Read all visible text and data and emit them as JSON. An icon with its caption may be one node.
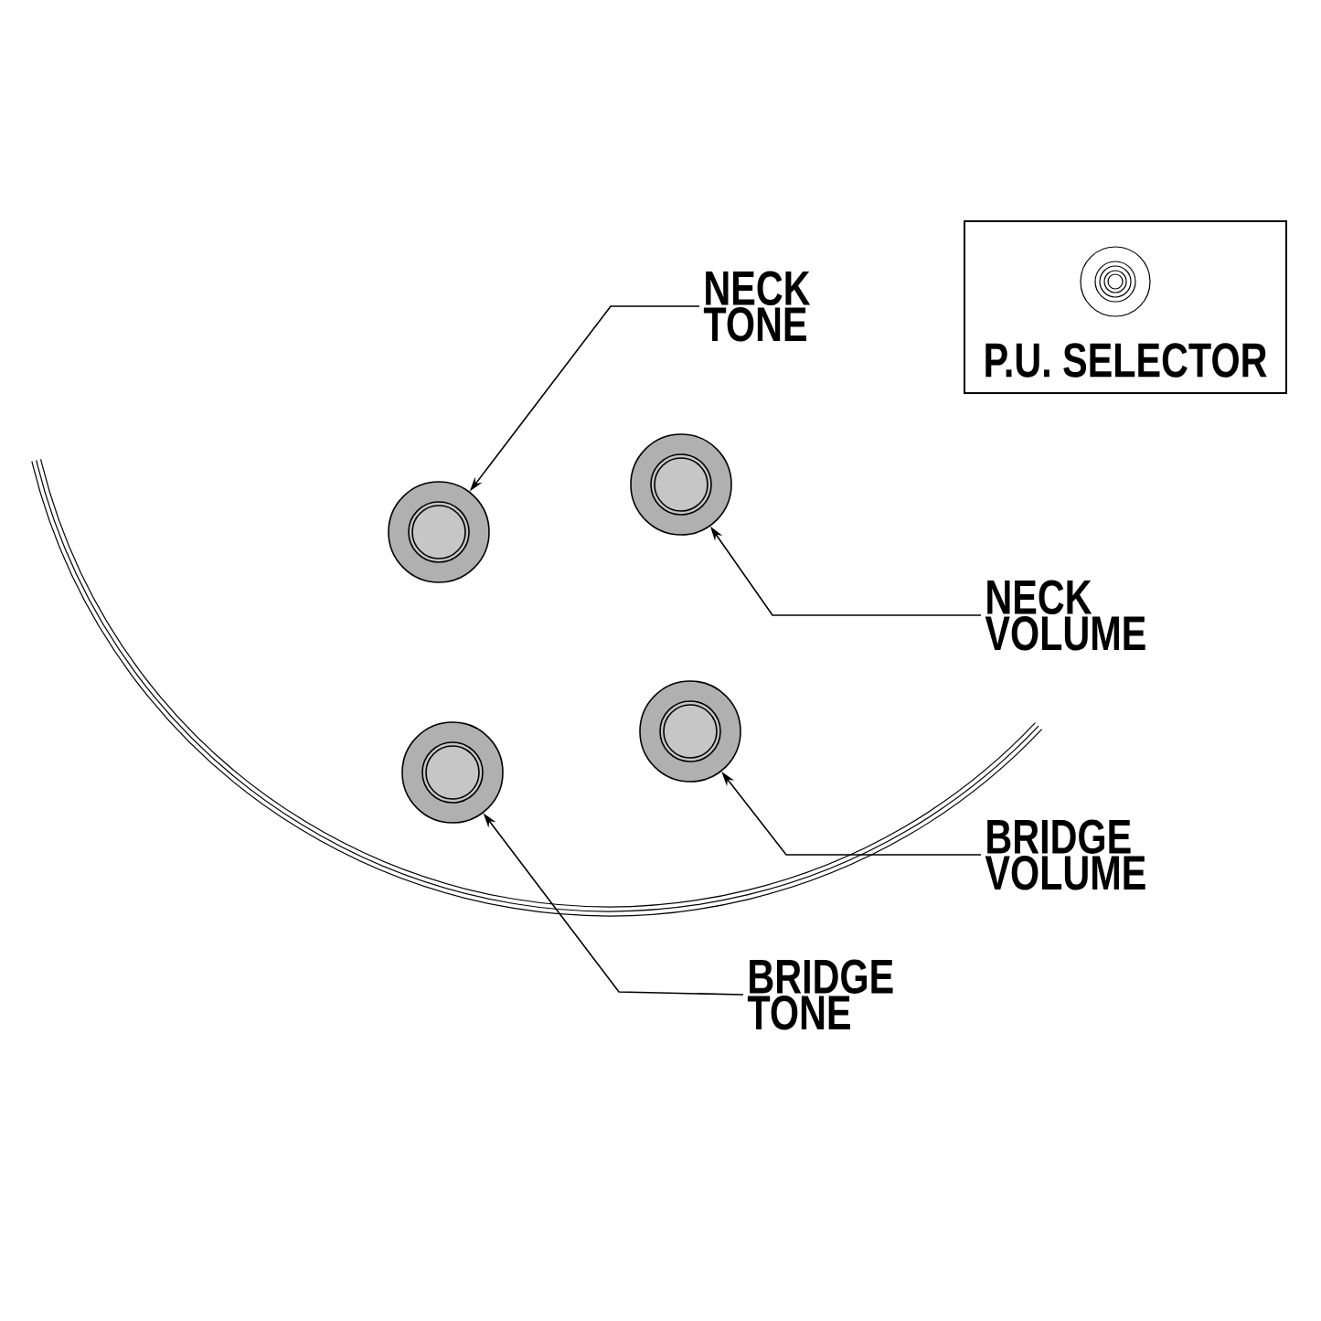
{
  "diagram": {
    "nodes": [
      {
        "text": [
          "P.U. SELECTOR"
        ]
      },
      {
        "text": [
          "NECK TONE"
        ]
      },
      {
        "text": [],
        "shape": "circle"
      },
      {
        "text": [],
        "shape": "circle"
      },
      {
        "text": [
          "NECK VOLUME"
        ]
      },
      {
        "text": [],
        "shape": "circle"
      },
      {
        "text": [],
        "shape": "circle"
      },
      {
        "text": [
          "BRIDGE VOLUME"
        ]
      },
      {
        "text": [
          "BRIDGE TONE"
        ]
      }
    ],
    "edges": [
      {
        "from": 1,
        "to": 2,
        "arrow": "to"
      },
      {
        "from": 4,
        "to": 3,
        "arrow": "to"
      },
      {
        "from": 7,
        "to": 5,
        "arrow": "to"
      },
      {
        "from": 8,
        "to": 6,
        "arrow": "to"
      }
    ]
  }
}
